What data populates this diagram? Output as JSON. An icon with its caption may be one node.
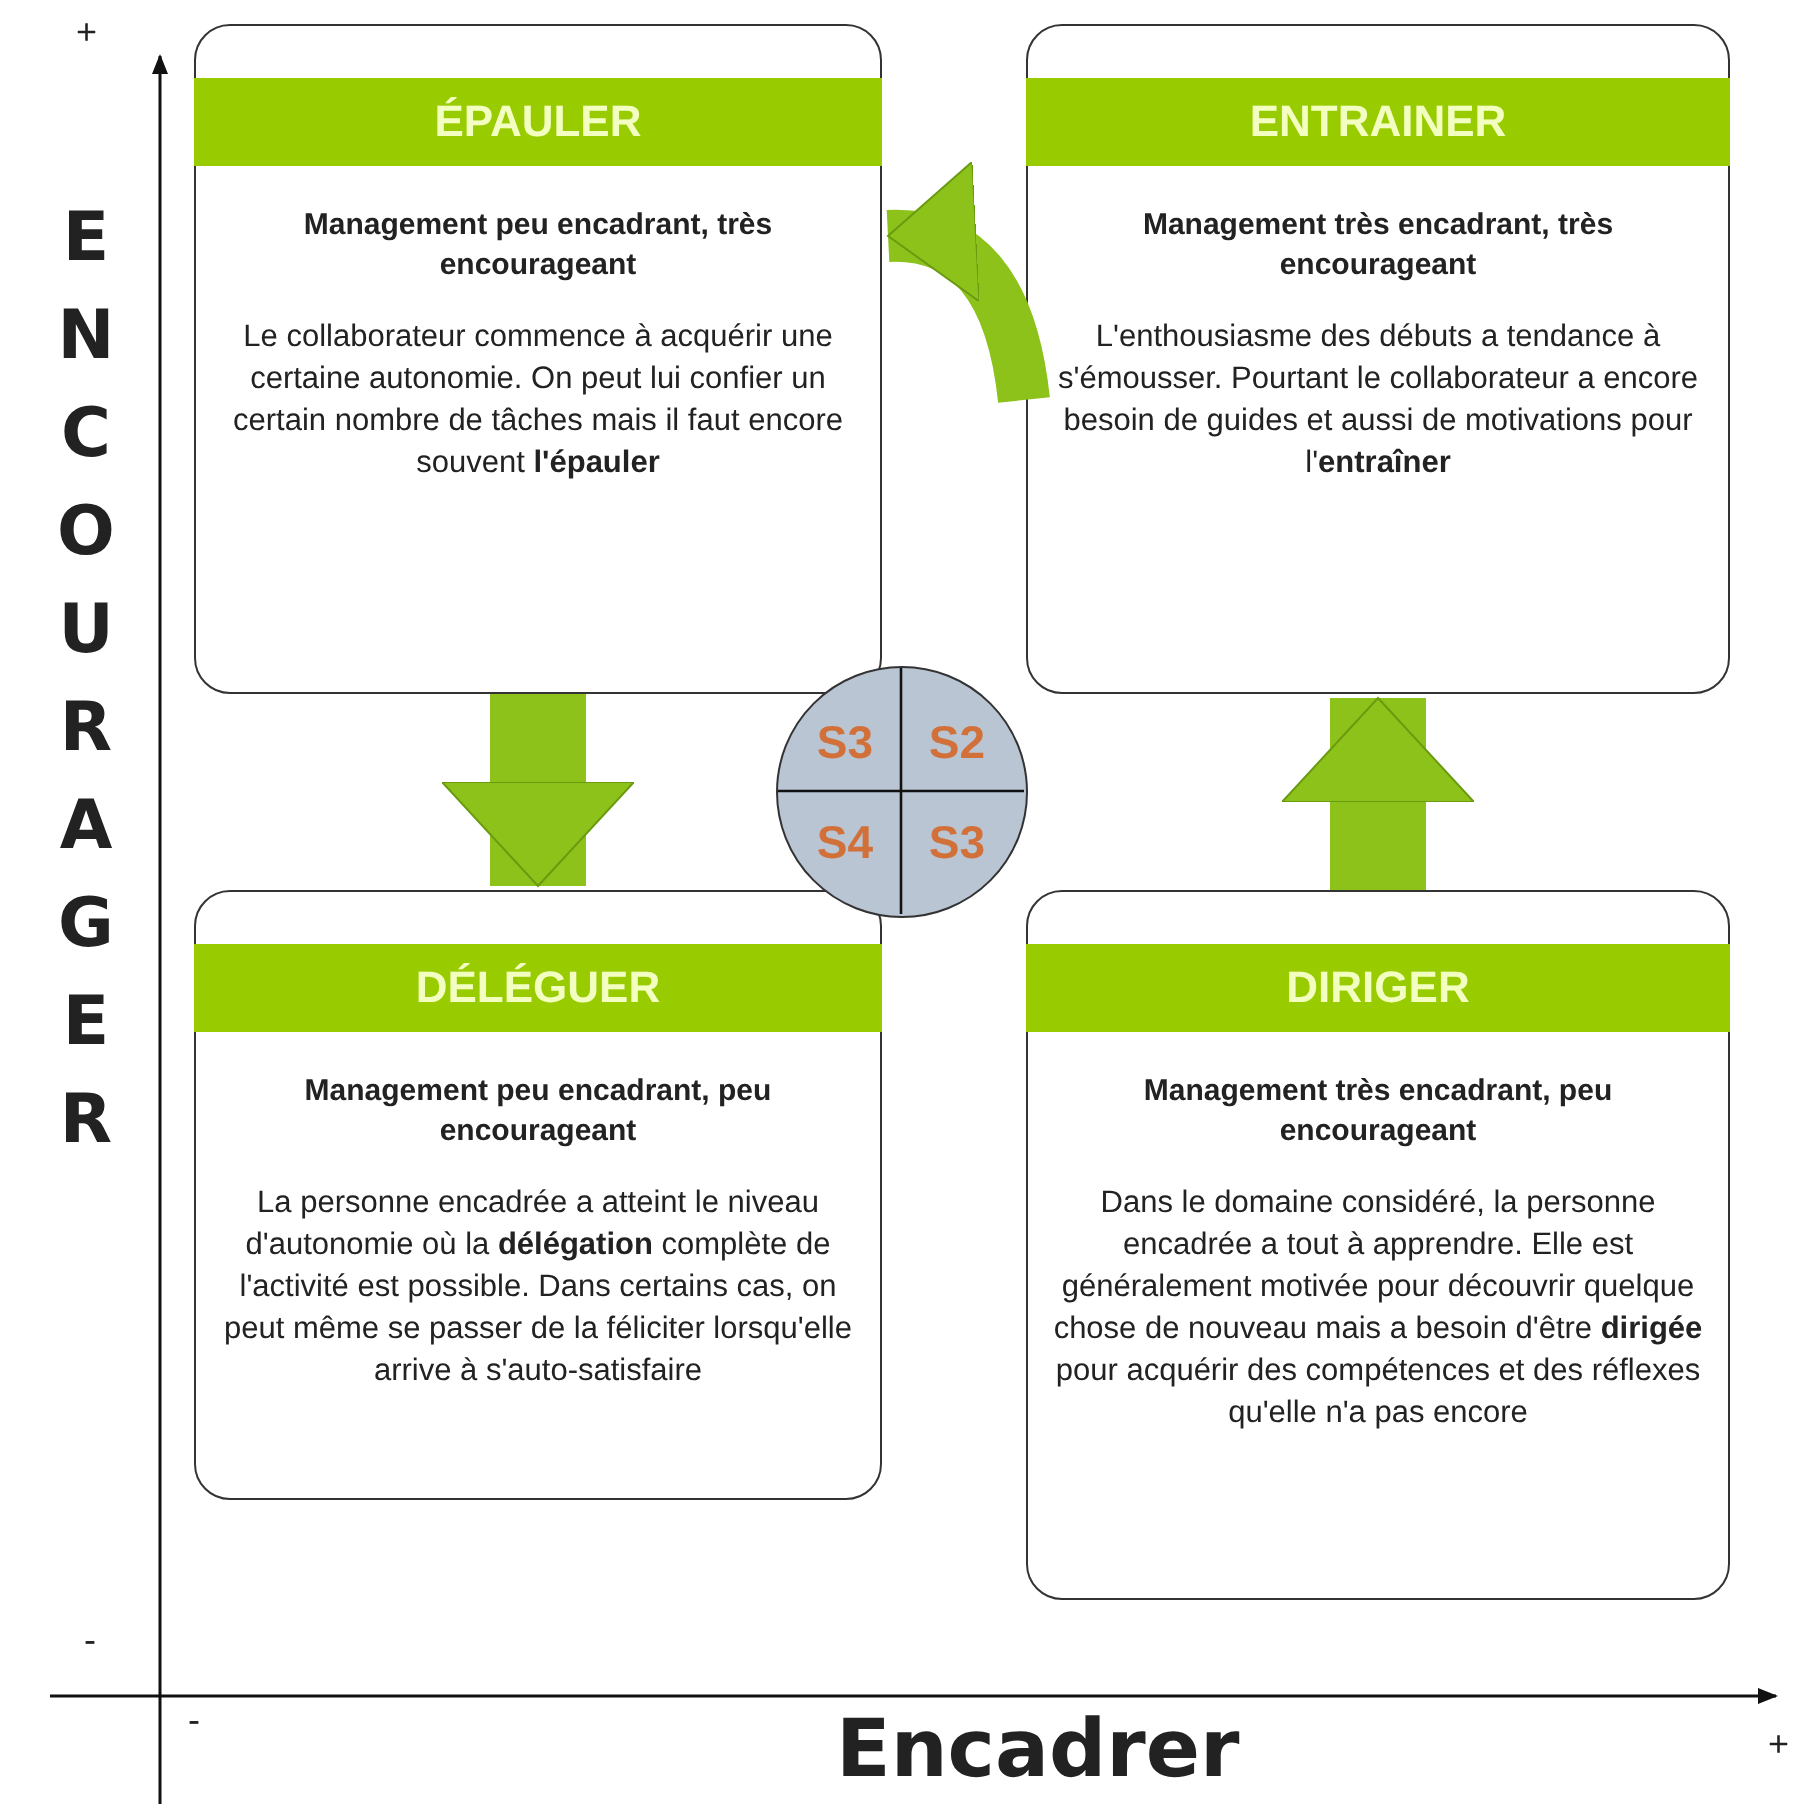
{
  "diagram": {
    "nodes": [
      {
        "text": [
          "ÉPAULER",
          "Management peu encadrant, très encourageant",
          "Le collaborateur commence à acquérir une certaine autonomie. On peut lui confier un certain nombre de tâches mais il faut encore souvent **l'épauler**"
        ]
      },
      {
        "text": [
          "ENTRAINER",
          "Management très encadrant, très encourageant",
          "L'enthousiasme des débuts a tendance à s'émousser. Pourtant le collaborateur a encore besoin de guides et aussi de motivations pour l'**entraîner**"
        ]
      },
      {
        "text": [
          "S3",
          "S2",
          "S4",
          "S3"
        ]
      },
      {
        "text": [
          "DÉLÉGUER",
          "Management peu encadrant, peu encourageant",
          "La personne encadrée a atteint le niveau d'autonomie où la **délégation** complète de l'activité est possible. Dans certains cas, on peut même se passer de la féliciter lorsqu'elle arrive à s'auto-satisfaire"
        ]
      },
      {
        "text": [
          "DIRIGER",
          "Management très encadrant, peu encourageant",
          "Dans le domaine considéré, la personne encadrée a tout à apprendre. Elle est généralement motivée pour découvrir quelque chose de nouveau mais a besoin d'être **dirigée** pour acquérir des compétences et des réflexes qu'elle n'a pas encore"
        ]
      }
    ],
    "edges": [
      {
        "from": 4,
        "to": 1,
        "arrow": "to"
      },
      {
        "from": 1,
        "to": 0,
        "arrow": "to"
      },
      {
        "from": 0,
        "to": 3,
        "arrow": "to"
      }
    ],
    "labels": [
      "+",
      "ENCOURAGER",
      "-",
      "-",
      "Encadrer",
      "+"
    ]
  }
}
